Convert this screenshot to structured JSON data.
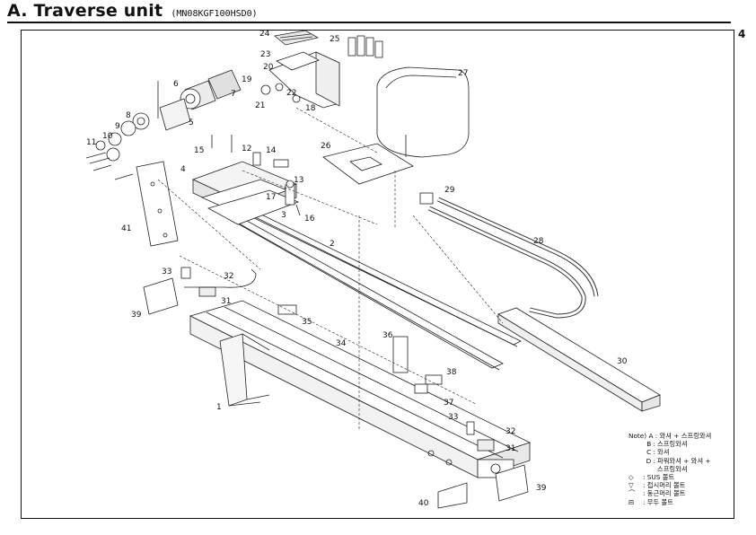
{
  "header": {
    "title": "A. Traverse unit",
    "model": "(MN08KGF100HSD0)",
    "page_number": "4"
  },
  "callouts": [
    "1",
    "2",
    "3",
    "4",
    "5",
    "6",
    "7",
    "8",
    "9",
    "10",
    "11",
    "12",
    "13",
    "14",
    "15",
    "16",
    "17",
    "18",
    "19",
    "20",
    "21",
    "22",
    "23",
    "24",
    "25",
    "26",
    "27",
    "28",
    "29",
    "30",
    "31",
    "31",
    "32",
    "32",
    "33",
    "33",
    "34",
    "35",
    "36",
    "37",
    "38",
    "39",
    "39",
    "40",
    "41"
  ],
  "notes": {
    "heading": "Note)",
    "items": [
      {
        "key": "A :",
        "text": "와셔 + 스프링와셔"
      },
      {
        "key": "B :",
        "text": "스프링와셔"
      },
      {
        "key": "C :",
        "text": "와셔"
      },
      {
        "key": "D :",
        "text": "파워와셔 + 와셔 +"
      },
      {
        "key": "",
        "text": "스프링와셔"
      }
    ],
    "symbols": [
      {
        "symbol": "◇",
        "text": ": SUS 볼트"
      },
      {
        "symbol": "▽",
        "text": ": 접시머리 볼트"
      },
      {
        "symbol": "⌒",
        "text": ": 둥근머리 볼트"
      },
      {
        "symbol": "⊟",
        "text": ": 무두 볼트"
      }
    ]
  }
}
